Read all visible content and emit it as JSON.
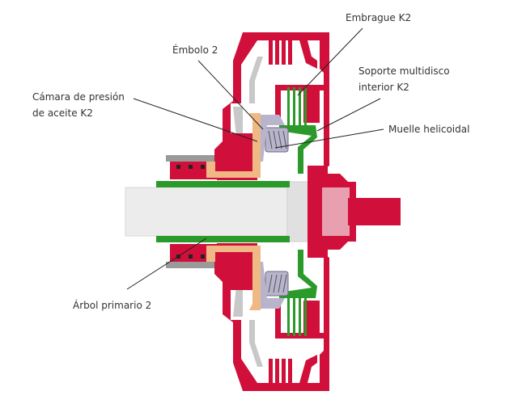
{
  "title": "Embrague K2 cross-section",
  "labels": {
    "embrague_k2": "Embrague K2",
    "embolo_2": "Émbolo 2",
    "soporte_line1": "Soporte multidisco",
    "soporte_line2": "interior K2",
    "camara_line1": "Cámara de presión",
    "camara_line2": "de aceite K2",
    "muelle": "Muelle helicoidal",
    "arbol": "Árbol primario 2"
  },
  "colors": {
    "housing": "#d0103a",
    "carrier": "#2a9a2a",
    "piston": "#f0b885",
    "shaft": "#ececec",
    "spring": "#b8b4cc"
  }
}
